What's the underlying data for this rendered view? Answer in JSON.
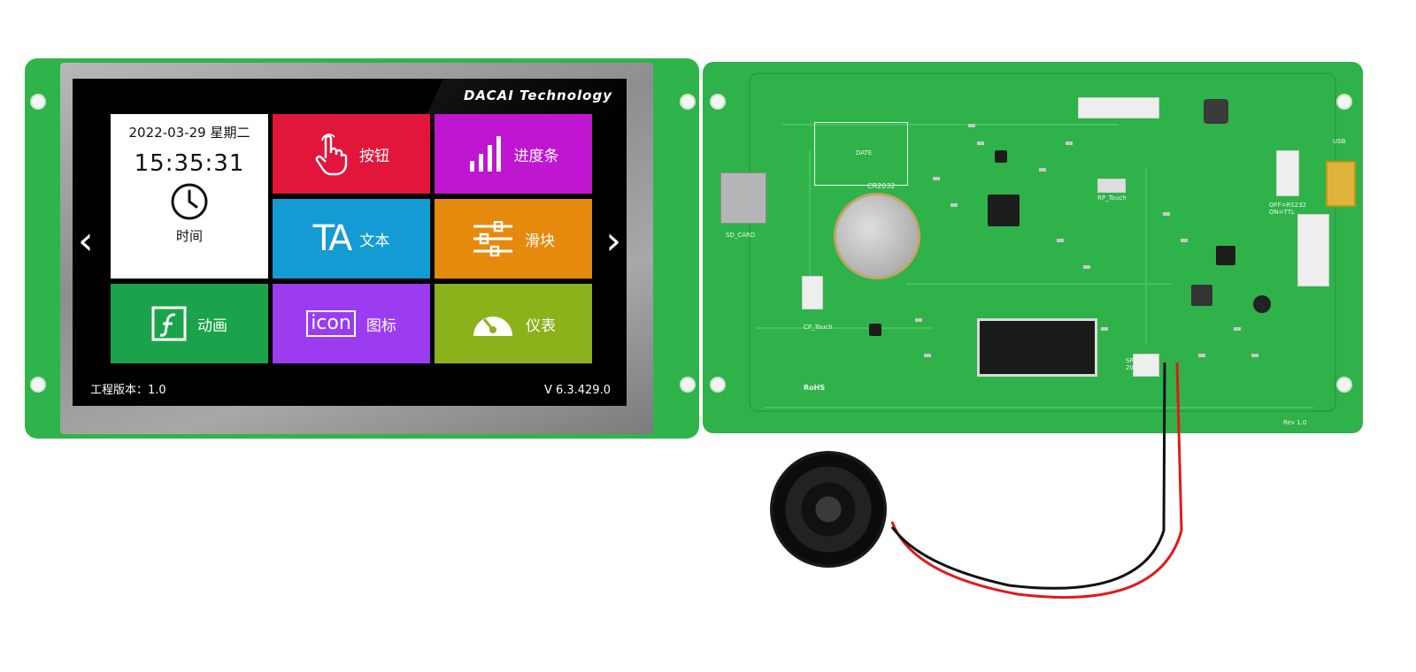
{
  "screen": {
    "brand": "DACAI  Technology",
    "clock": {
      "date": "2022-03-29 星期二",
      "time": "15:35:31",
      "label": "时间"
    },
    "tiles": [
      {
        "id": "button",
        "label": "按钮",
        "color": "#e2163b"
      },
      {
        "id": "progress",
        "label": "进度条",
        "color": "#c015d1"
      },
      {
        "id": "text",
        "label": "文本",
        "color": "#159bd3"
      },
      {
        "id": "slider",
        "label": "滑块",
        "color": "#e58a0c"
      },
      {
        "id": "animation",
        "label": "动画",
        "color": "#1aa34a"
      },
      {
        "id": "icon",
        "label": "图标",
        "color": "#9b3cf0",
        "icon_text": "icon"
      },
      {
        "id": "meter",
        "label": "仪表",
        "color": "#8bb21a"
      }
    ],
    "text_icon_glyph": "TA",
    "footer_left": "工程版本：1.0",
    "footer_right": "V  6.3.429.0"
  },
  "pcb_labels": {
    "sd_card": "SD_CARD",
    "battery": "CR2032",
    "cp_touch": "CP_Touch",
    "rp_touch": "RP_Touch",
    "usb": "USB",
    "speaker": "SPEAKER",
    "speaker_spec": "2W 4Ω",
    "uart": "OFF=RS232",
    "uart2": "ON=TTL",
    "rev": "Rev 1.0",
    "date": "DATE",
    "rohs": "RoHS"
  },
  "colors": {
    "pcb": "#30b24b",
    "screen_bg": "#000000",
    "wire_red": "#e01a1a",
    "wire_black": "#111111"
  }
}
